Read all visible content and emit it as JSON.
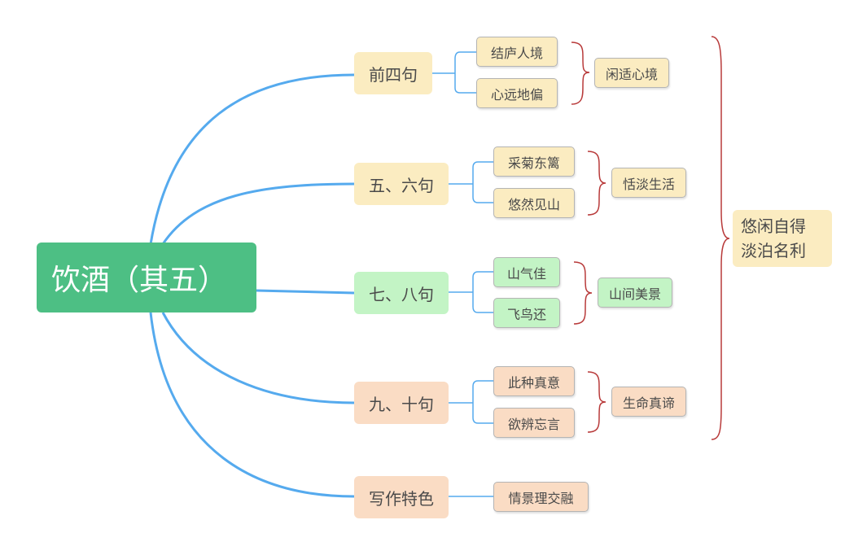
{
  "colors": {
    "root_bg": "#4dbf84",
    "branch_line": "#55aaee",
    "brace": "#b83a3a",
    "yellow_node": "#fbecc1",
    "green_node": "#c3f4c5",
    "peach_node": "#fadcc4"
  },
  "root": {
    "label": "饮酒（其五）"
  },
  "branches": [
    {
      "label": "前四句",
      "leaves": [
        "结庐人境",
        "心远地偏"
      ],
      "summary": "闲适心境"
    },
    {
      "label": "五、六句",
      "leaves": [
        "采菊东篱",
        "悠然见山"
      ],
      "summary": "恬淡生活"
    },
    {
      "label": "七、八句",
      "leaves": [
        "山气佳",
        "飞鸟还"
      ],
      "summary": "山间美景"
    },
    {
      "label": "九、十句",
      "leaves": [
        "此种真意",
        "欲辨忘言"
      ],
      "summary": "生命真谛"
    },
    {
      "label": "写作特色",
      "leaves": [
        "情景理交融"
      ]
    }
  ],
  "conclusion": {
    "line1": "悠闲自得",
    "line2": "淡泊名利"
  }
}
